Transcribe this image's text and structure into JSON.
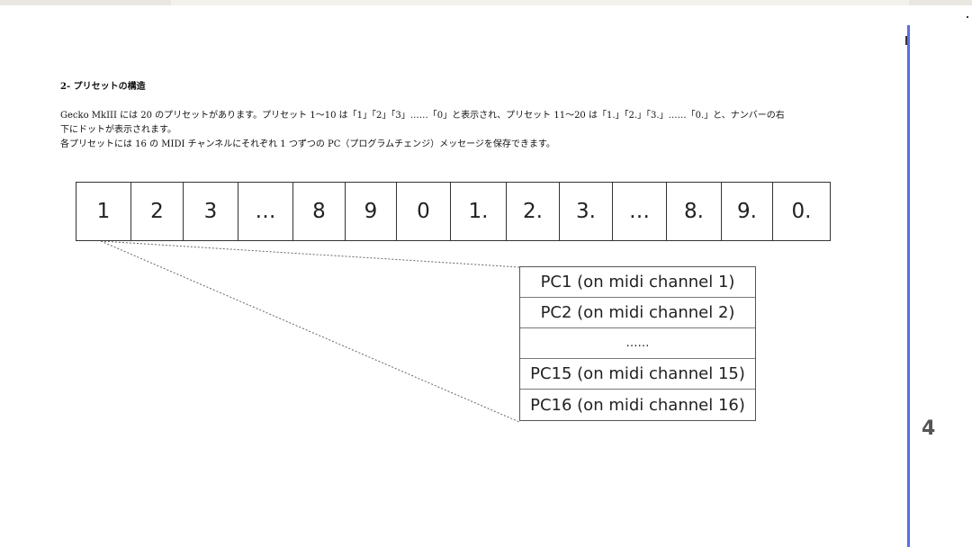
{
  "page_number": "4",
  "section": {
    "heading": "2- プリセットの構造",
    "lines": [
      "Gecko MkIII には 20 のプリセットがあります。プリセット 1～10 は「1」「2」「3」……「0」と表示され、プリセット 11～20 は「1.」「2.」「3.」……「0.」と、ナンバーの右",
      "下にドットが表示されます。",
      "各プリセットには 16 の MIDI チャンネルにそれぞれ 1 つずつの PC（プログラムチェンジ）メッセージを保存できます。"
    ]
  },
  "preset_cells": [
    "1",
    "2",
    "3",
    "…",
    "8",
    "9",
    "0",
    "1.",
    "2.",
    "3.",
    "…",
    "8.",
    "9.",
    "0."
  ],
  "pc_rows": [
    "PC1 (on midi channel 1)",
    "PC2 (on midi channel 2)",
    "……",
    "PC15 (on midi channel 15)",
    "PC16 (on midi channel 16)"
  ]
}
